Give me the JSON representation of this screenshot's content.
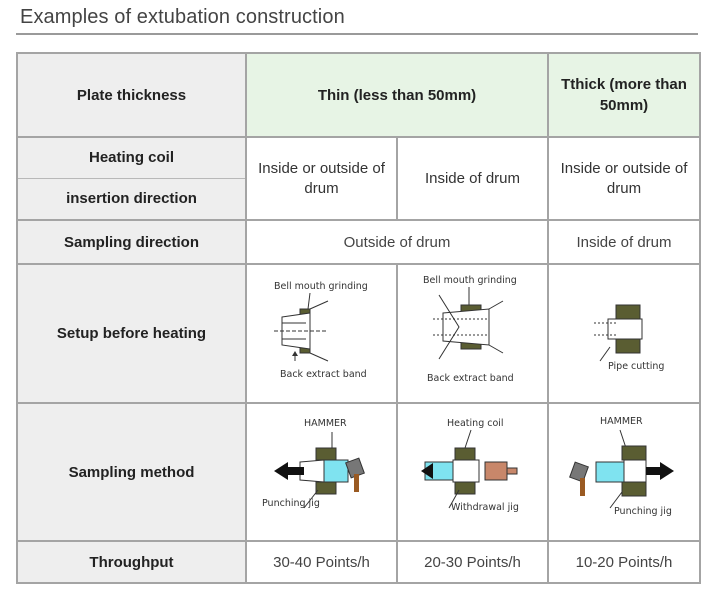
{
  "heading": "Examples of extubation construction",
  "rows": {
    "plate": {
      "label": "Plate thickness",
      "thin": "Thin (less than 50mm)",
      "thick": "Tthick (more than 50mm)"
    },
    "coil": {
      "label_1": "Heating coil",
      "label_2": "insertion direction",
      "c1": "Inside or outside of drum",
      "c2": "Inside of drum",
      "c3": "Inside or outside of drum"
    },
    "sampling_dir": {
      "label": "Sampling direction",
      "thin": "Outside of drum",
      "thick": "Inside of drum"
    },
    "setup": {
      "label": "Setup before heating",
      "fig1": {
        "top": "Bell mouth grinding",
        "bottom": "Back extract band"
      },
      "fig2": {
        "top": "Bell mouth grinding",
        "bottom": "Back extract band"
      },
      "fig3": {
        "bottom": "Pipe cutting"
      }
    },
    "method": {
      "label": "Sampling method",
      "fig1": {
        "top": "HAMMER",
        "bottom": "Punching jig"
      },
      "fig2": {
        "top": "Heating coil",
        "bottom": "Withdrawal jig"
      },
      "fig3": {
        "top": "HAMMER",
        "bottom": "Punching jig"
      }
    },
    "throughput": {
      "label": "Throughput",
      "c1": "30-40 Points/h",
      "c2": "20-30 Points/h",
      "c3": "10-20 Points/h"
    }
  },
  "colors": {
    "header_green": "#e7f4e5",
    "label_grey": "#eeeeee",
    "border": "#a4a4a4",
    "drum_olive": "#5a5d32",
    "cyan": "#7fe3f0",
    "copper": "#c8876a"
  }
}
